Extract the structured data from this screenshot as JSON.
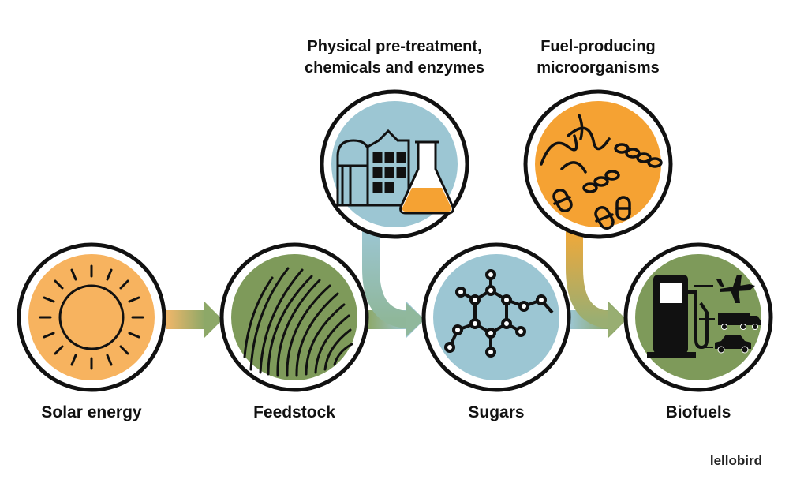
{
  "stages": [
    {
      "label": "Solar energy",
      "color": "#F7B35F",
      "icon": "sun-icon"
    },
    {
      "label": "Feedstock",
      "color": "#7E9A5A",
      "icon": "grass-icon"
    },
    {
      "label": "Sugars",
      "color": "#9CC6D3",
      "icon": "molecule-icon"
    },
    {
      "label": "Biofuels",
      "color": "#7E9A5A",
      "icon": "fuel-pump-icon"
    }
  ],
  "inputs": [
    {
      "line1": "Physical pre-treatment,",
      "line2": "chemicals and enzymes",
      "color": "#9CC6D3",
      "icon": "factory-flask-icon"
    },
    {
      "line1": "Fuel-producing",
      "line2": "microorganisms",
      "color": "#F5A233",
      "icon": "microorganism-icon"
    }
  ],
  "credit": "lellobird"
}
